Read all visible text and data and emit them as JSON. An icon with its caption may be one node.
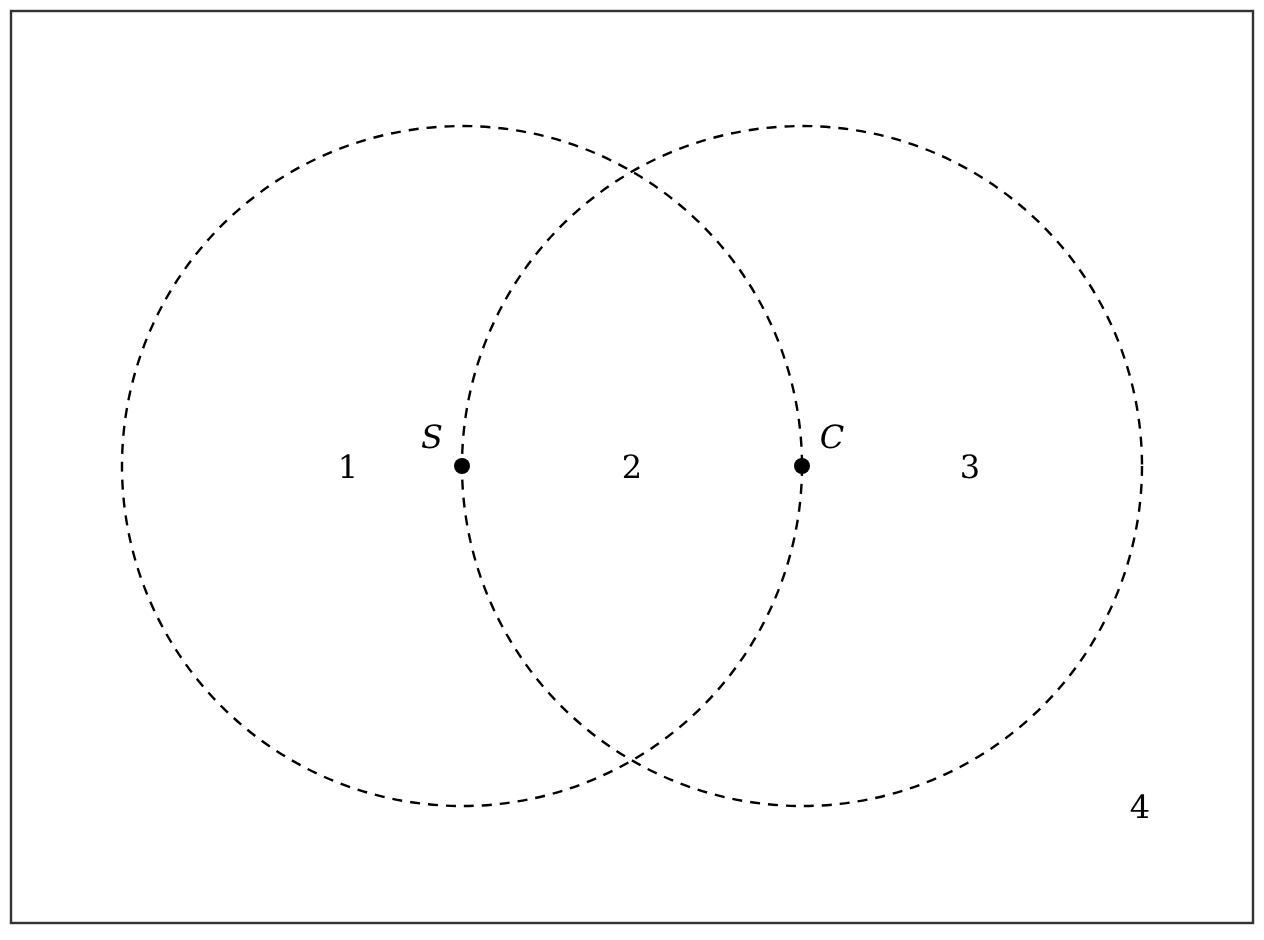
{
  "diagram": {
    "labels": [
      "1",
      "S",
      "2",
      "C",
      "3",
      "4"
    ]
  }
}
